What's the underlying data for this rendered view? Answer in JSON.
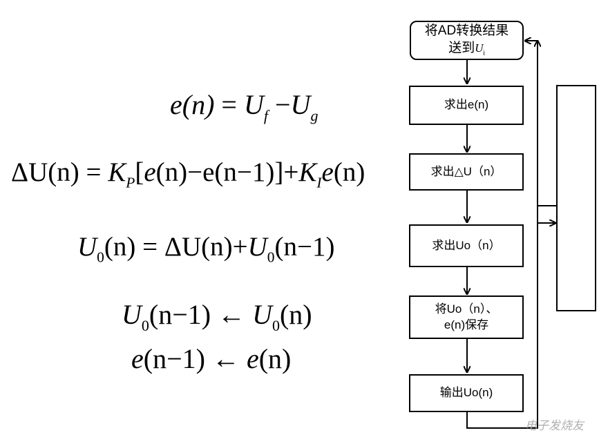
{
  "equations": {
    "eq1": {
      "lhs": "e(n)",
      "eq": "=",
      "u": "U",
      "sub_f": "f",
      "minus": "−",
      "sub_g": "g"
    },
    "eq2": {
      "delta_u": "ΔU(n)",
      "eq": "=",
      "k": "K",
      "sub_p": "P",
      "bracket_open": "[",
      "e": "e",
      "n1": "(n)−e(n−1)",
      "bracket_close": "]+",
      "sub_i": "I",
      "tail": "(n)"
    },
    "eq3": {
      "u": "U",
      "sub_0": "0",
      "n": "(n)",
      "eq": "=",
      "delta_u": "ΔU",
      "n2": "(n)+",
      "n3": "(n−1)"
    },
    "eq4": {
      "u": "U",
      "sub_0": "0",
      "n1": "(n−1)",
      "arrow": "←",
      "n2": "(n)"
    },
    "eq5": {
      "e": "e",
      "n1": "(n−1)",
      "arrow": "←",
      "n2": "(n)"
    }
  },
  "flowchart": {
    "step1": {
      "line1": "将AD转换结果",
      "line2": "送到",
      "var": "U",
      "var_sub": "i"
    },
    "step2": "求出e(n)",
    "step3": "求出△U（n）",
    "step4": "求出Uo（n）",
    "step5_line1": "将Uo（n）、",
    "step5_line2": "e(n)保存",
    "step6": "输出Uo(n)"
  },
  "watermark": "电子发烧友"
}
